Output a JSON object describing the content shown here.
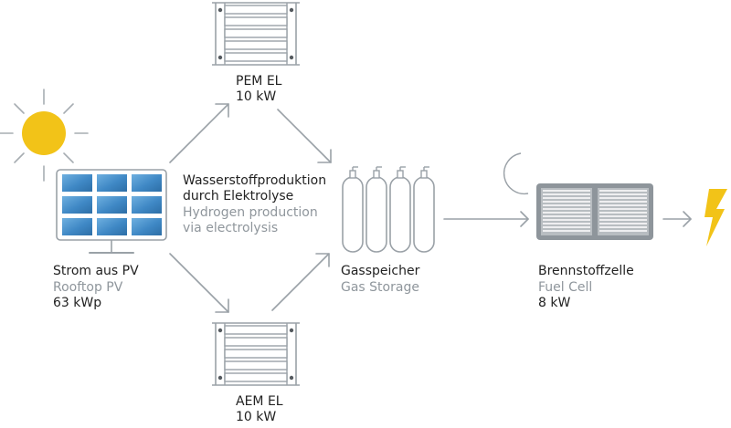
{
  "colors": {
    "sun": "#f2c318",
    "moon": "#f6e39e",
    "bolt": "#f2c318",
    "line": "#9aa1a7",
    "panel_cell": "#3f88c5",
    "fuel_cell_body": "#8e959b",
    "text_dark": "#222222",
    "text_grey": "#8f969c"
  },
  "icons": [
    "sun-icon",
    "solar-panel-icon",
    "electrolyzer-icon",
    "gas-cylinders-icon",
    "moon-icon",
    "fuel-cell-icon",
    "lightning-bolt-icon"
  ],
  "pv": {
    "title": "Strom aus PV",
    "subtitle": "Rooftop PV",
    "value": "63 kWp"
  },
  "process": {
    "title_de_1": "Wasserstoffproduktion",
    "title_de_2": "durch Elektrolyse",
    "title_en_1": "Hydrogen production",
    "title_en_2": "via electrolysis"
  },
  "pem": {
    "title": "PEM EL",
    "value": "10 kW"
  },
  "aem": {
    "title": "AEM EL",
    "value": "10 kW"
  },
  "storage": {
    "title": "Gasspeicher",
    "subtitle": "Gas Storage"
  },
  "fuel_cell": {
    "title": "Brennstoffzelle",
    "subtitle": "Fuel Cell",
    "value": "8 kW"
  }
}
